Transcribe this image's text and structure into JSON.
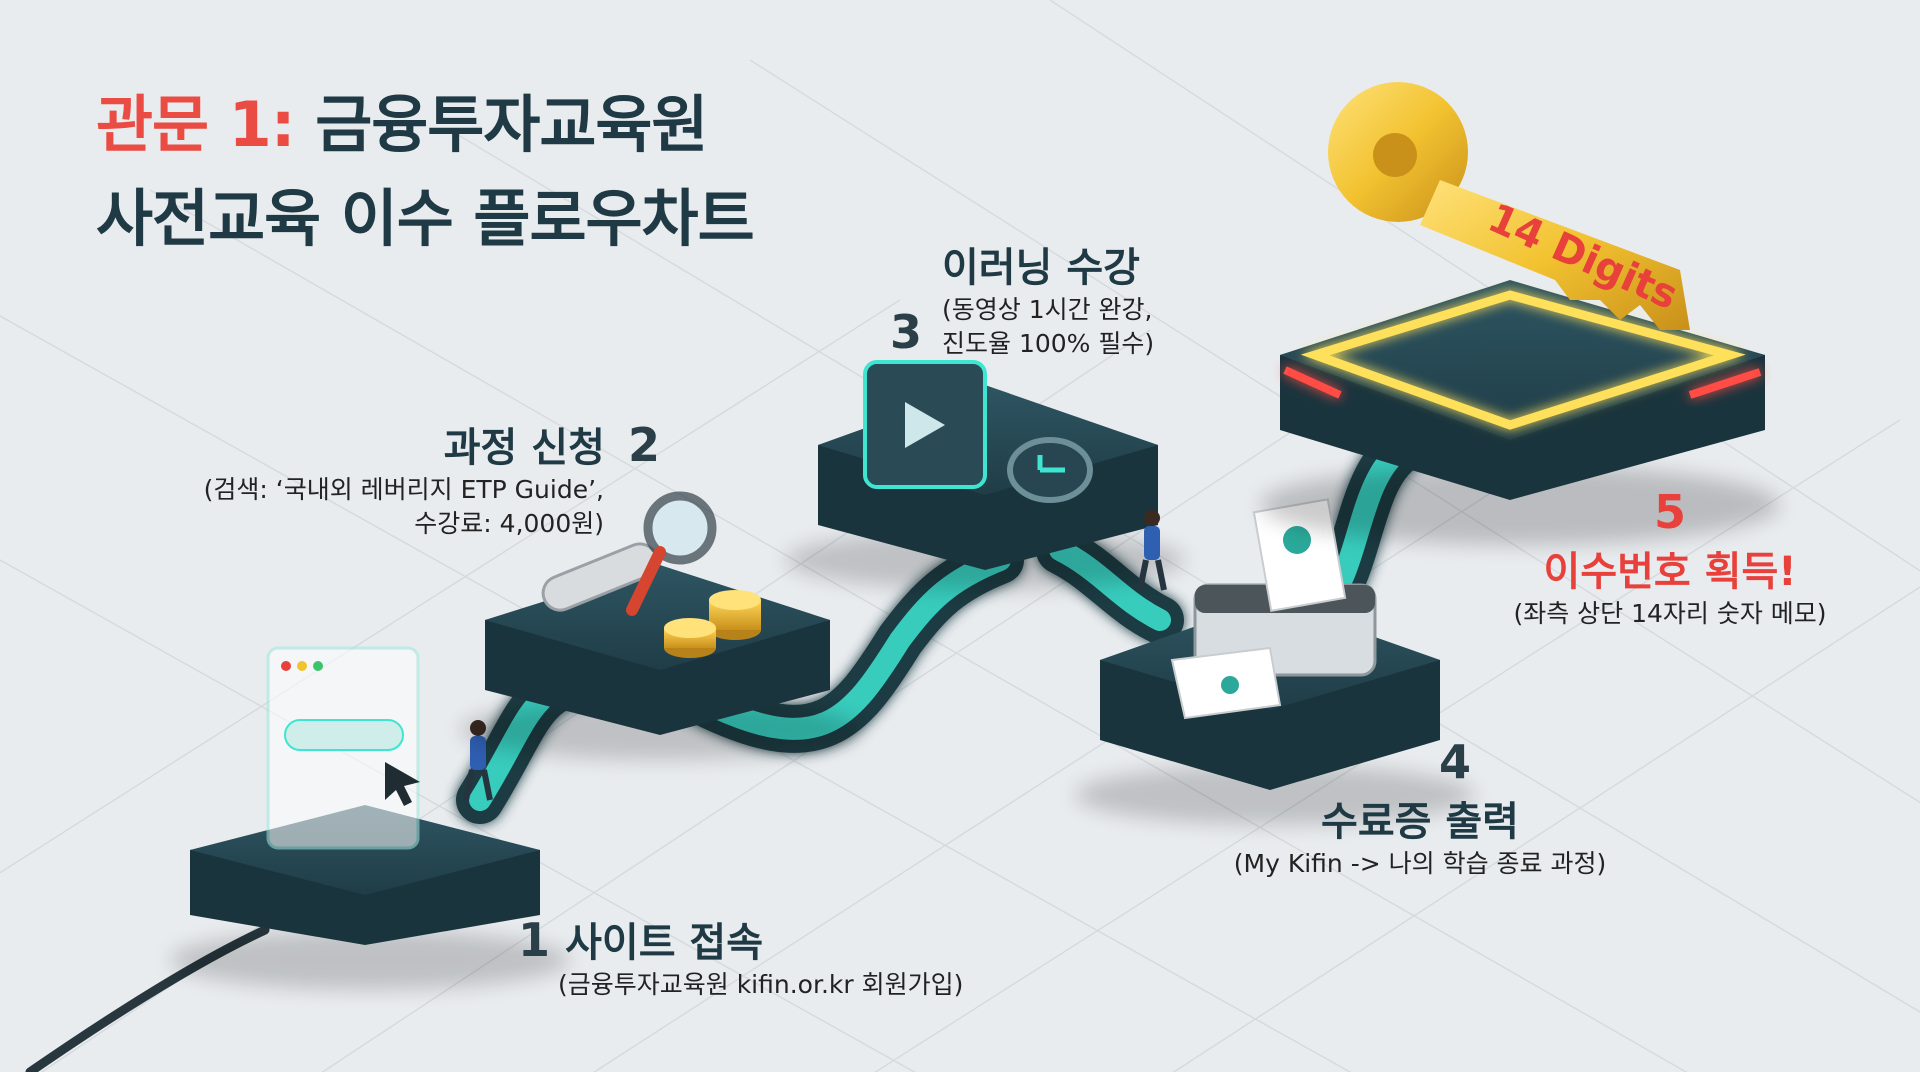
{
  "title": {
    "highlight": "관문 1:",
    "line1_rest": " 금융투자교육원",
    "line2": "사전교육 이수 플로우차트"
  },
  "steps": [
    {
      "number": "1",
      "heading": "사이트 접속",
      "detail_lines": [
        "(금융투자교육원 kifin.or.kr 회원가입)"
      ]
    },
    {
      "number": "2",
      "heading": "과정 신청",
      "detail_lines": [
        "(검색: ‘국내외 레버리지 ETP Guide’,",
        "수강료: 4,000원)"
      ]
    },
    {
      "number": "3",
      "heading": "이러닝 수강",
      "detail_lines": [
        "(동영상 1시간 완강,",
        "진도율 100% 필수)"
      ]
    },
    {
      "number": "4",
      "heading": "수료증 출력",
      "detail_lines": [
        "(My Kifin -> 나의 학습 종료 과정)"
      ]
    },
    {
      "number": "5",
      "heading": "이수번호 획득!",
      "detail_lines": [
        "(좌측 상단 14자리 숫자 메모)"
      ]
    }
  ],
  "key_label": "14 Digits",
  "colors": {
    "accent_red": "#e8403a",
    "platform": "#23434e",
    "path_glow": "#3ee6d2",
    "key_gold": "#f2c230",
    "title_dark": "#1f3a44"
  },
  "icons": [
    "browser-window-icon",
    "cursor-icon",
    "search-bar-icon",
    "magnifier-icon",
    "coin-stack-icon",
    "video-play-icon",
    "clock-icon",
    "printer-icon",
    "certificate-icon",
    "key-icon",
    "person-icon"
  ]
}
